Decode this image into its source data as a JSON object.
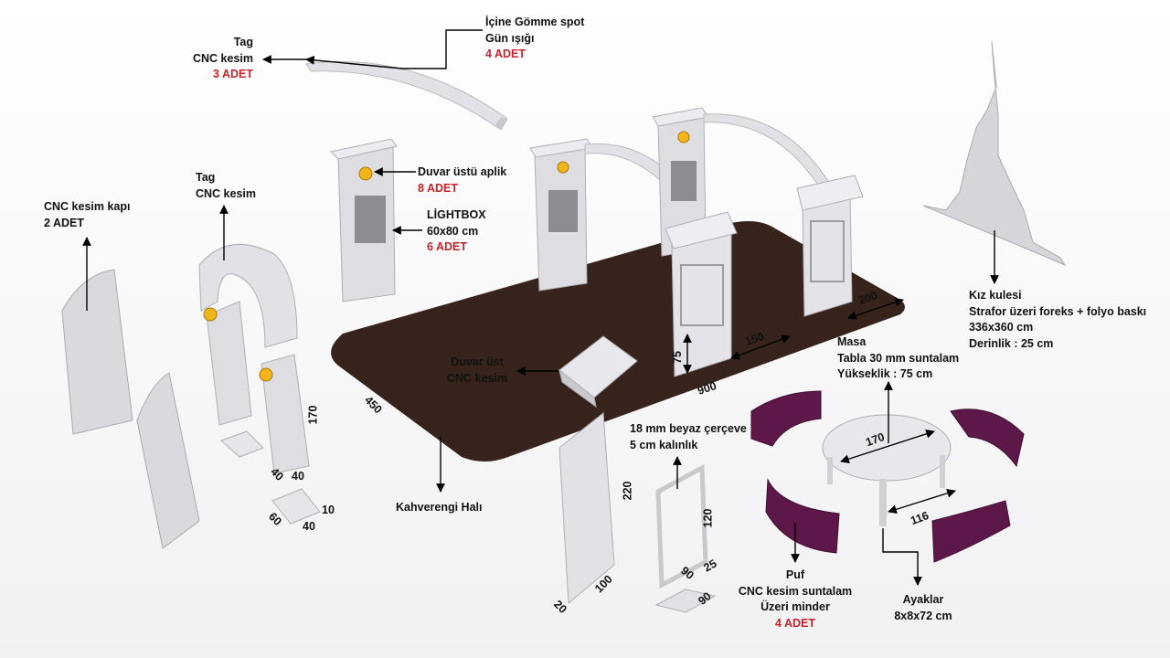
{
  "colors": {
    "accent_red": "#c0262c",
    "carpet": "#36231b",
    "panel": "#d8d8dc",
    "cushion": "#5e1749",
    "lamp": "#f3b51c"
  },
  "labels": {
    "spot": {
      "line1": "İçine Gömme spot",
      "line2": "Gün ışığı",
      "qty": "4 ADET"
    },
    "tag_top": {
      "line1": "Tag",
      "line2": "CNC kesim",
      "qty": "3 ADET"
    },
    "tag_left": {
      "line1": "Tag",
      "line2": "CNC kesim"
    },
    "door": {
      "line1": "CNC kesim kapı",
      "line2": "2 ADET"
    },
    "aplik": {
      "line1": "Duvar üstü aplik",
      "qty": "8 ADET"
    },
    "lightbox": {
      "line1": "LİGHTBOX",
      "line2": "60x80 cm",
      "qty": "6 ADET"
    },
    "duvar_ust": {
      "line1": "Duvar üst",
      "line2": "CNC kesim"
    },
    "carpet": {
      "line1": "Kahverengi Halı"
    },
    "frame": {
      "line1": "18 mm beyaz çerçeve",
      "line2": "5 cm kalınlık"
    },
    "tower": {
      "line1": "Kız kulesi",
      "line2": "Strafor üzeri foreks + folyo baskı",
      "line3": "336x360 cm",
      "line4": "Derinlik : 25 cm"
    },
    "table": {
      "line1": "Masa",
      "line2": "Tabla 30 mm suntalam",
      "line3": "Yükseklik : 75 cm"
    },
    "puf": {
      "line1": "Puf",
      "line2": "CNC kesim suntalam",
      "line3": "Üzeri minder",
      "qty": "4 ADET"
    },
    "legs": {
      "line1": "Ayaklar",
      "line2": "8x8x72 cm"
    }
  },
  "dims": {
    "d200": "200",
    "d150": "150",
    "d75": "75",
    "d900": "900",
    "d450": "450",
    "d170a": "170",
    "d40a": "40",
    "d40b": "40",
    "d10": "10",
    "d60": "60",
    "d40c": "40",
    "d220": "220",
    "d100": "100",
    "d20": "20",
    "d120": "120",
    "d25": "25",
    "d90a": "90",
    "d90b": "90",
    "d170t": "170",
    "d116": "116"
  }
}
